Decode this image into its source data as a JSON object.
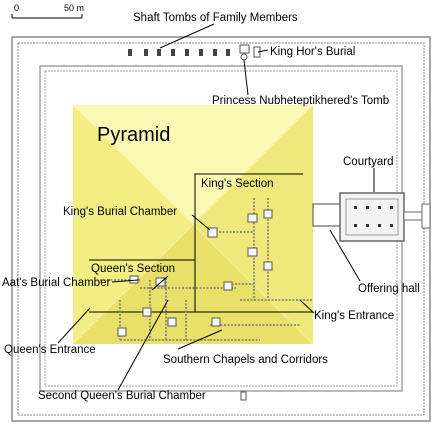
{
  "scale": {
    "start": "0",
    "end": "50 m"
  },
  "labels": {
    "shaft_tombs": "Shaft Tombs of Family Members",
    "king_hor": "King Hor's Burial",
    "princess_tomb": "Princess Nubheteptikhered's Tomb",
    "pyramid": "Pyramid",
    "courtyard": "Courtyard",
    "kings_section": "King's Section",
    "kings_burial_chamber": "King's Burial Chamber",
    "queens_section": "Queen's Section",
    "aats_burial_chamber": "Aat's Burial Chamber",
    "offering_hall": "Offering hall",
    "kings_entrance": "King's Entrance",
    "queens_entrance": "Queen's Entrance",
    "southern_chapels": "Southern Chapels and Corridors",
    "second_queens_chamber": "Second Queen's Burial Chamber"
  },
  "colors": {
    "pyramid_fill": "#f6f28a",
    "pyramid_dark": "#e9e06a",
    "pyramid_light": "#fbf8b4",
    "wall": "#8a8a8a",
    "courtyard": "#f4f4f4"
  }
}
